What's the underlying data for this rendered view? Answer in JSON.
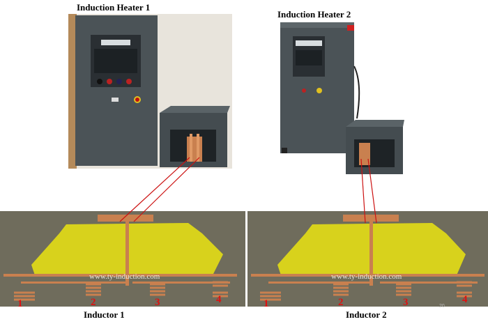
{
  "heater1": {
    "title": "Induction Heater 1"
  },
  "heater2": {
    "title": "Induction Heater 2"
  },
  "inductor1": {
    "caption": "Inductor 1",
    "watermark": "www.ty-induction.com",
    "coil_numbers": [
      "1",
      "2",
      "3",
      "4"
    ]
  },
  "inductor2": {
    "caption": "Inductor 2",
    "watermark": "www.ty-induction.com",
    "coil_numbers": [
      "1",
      "2",
      "3",
      "4"
    ]
  },
  "page_number": "20",
  "colors": {
    "cabinet": "#4a5256",
    "copper": "#c9804f",
    "fixture": "#d8d21c",
    "wall": "#6f6c5c",
    "link": "#cc1111",
    "label": "#e01010"
  }
}
